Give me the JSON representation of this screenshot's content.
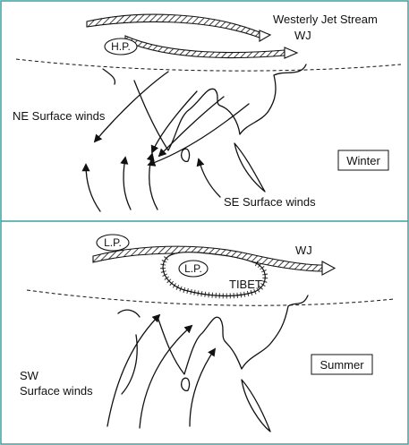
{
  "winter": {
    "jet_stream_label": "Westerly Jet Stream",
    "wj_label": "WJ",
    "pressure_label": "H.P.",
    "ne_winds_label": "NE Surface winds",
    "se_winds_label": "SE Surface winds",
    "season_label": "Winter"
  },
  "summer": {
    "lp_left_label": "L.P.",
    "lp_tibet_label": "L.P.",
    "tibet_label": "TIBET",
    "wj_label": "WJ",
    "sw_winds_label_line1": "SW",
    "sw_winds_label_line2": "Surface winds",
    "season_label": "Summer"
  },
  "colors": {
    "line": "#111111",
    "frame": "#3aa0a0",
    "background": "#ffffff"
  }
}
